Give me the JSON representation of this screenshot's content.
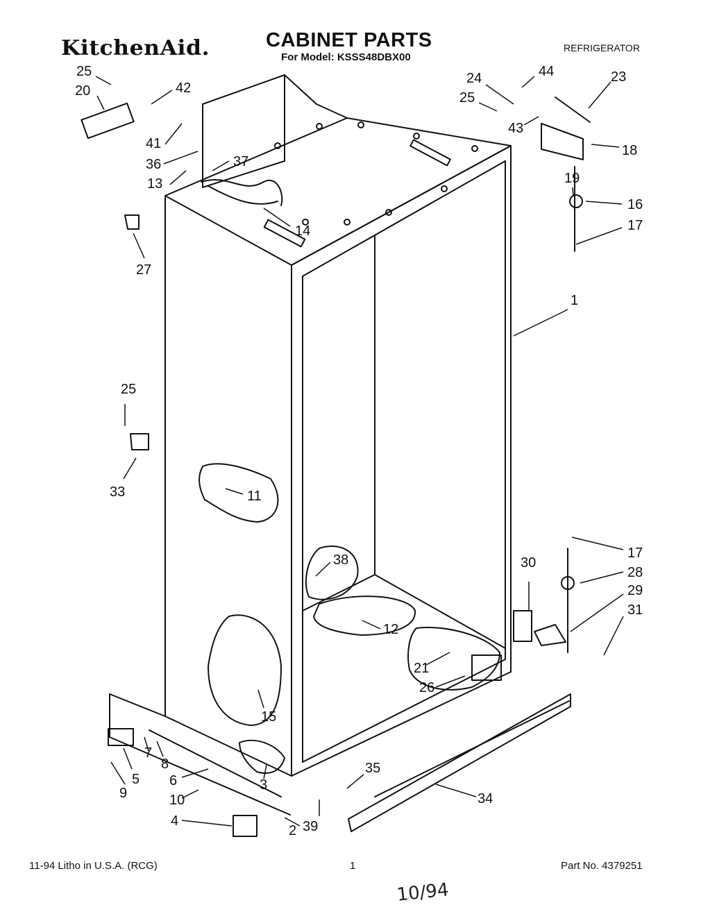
{
  "header": {
    "brand": "KitchenAid.",
    "title": "CABINET PARTS",
    "model_line": "For Model: KSSS48DBX00",
    "category": "REFRIGERATOR"
  },
  "footer": {
    "date_print": "11-94  Litho in U.S.A. (RCG)",
    "page": "1",
    "part_no": "Part No. 4379251",
    "handwritten_note": "10/94"
  },
  "callouts": [
    "25",
    "20",
    "42",
    "41",
    "36",
    "37",
    "13",
    "14",
    "27",
    "24",
    "44",
    "25",
    "23",
    "43",
    "18",
    "19",
    "16",
    "17",
    "1",
    "25",
    "33",
    "11",
    "38",
    "12",
    "30",
    "17",
    "28",
    "29",
    "31",
    "21",
    "26",
    "15",
    "5",
    "7",
    "8",
    "9",
    "6",
    "10",
    "3",
    "4",
    "2",
    "39",
    "35",
    "34"
  ]
}
